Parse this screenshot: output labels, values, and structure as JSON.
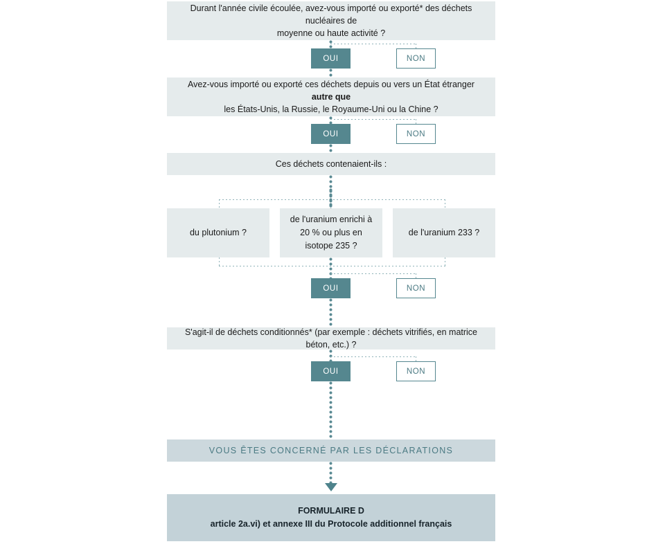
{
  "theme": {
    "box_fill": "#e5ebec",
    "banner_fill": "#ccd8dd",
    "form_fill": "#c3d2d8",
    "accent_teal": "#55878f",
    "connector": "#5a8a93"
  },
  "labels": {
    "yes": "OUI",
    "no": "NON"
  },
  "steps": [
    {
      "id": "q1",
      "line1": "Durant l'année civile écoulée, avez-vous importé ou exporté* des déchets nucléaires de",
      "line2": "moyenne ou haute activité ?"
    },
    {
      "id": "q2",
      "line1_a": "Avez-vous importé ou exporté ces déchets depuis ou vers un État étranger ",
      "line1_b": "autre que",
      "line2": "les États-Unis, la Russie, le Royaume-Uni ou la Chine ?"
    },
    {
      "id": "q3",
      "line1": "Ces déchets contenaient-ils :"
    },
    {
      "id": "q4",
      "line1": "S'agit-il de déchets conditionnés* (par exemple : déchets vitrifiés, en matrice béton, etc.) ?"
    }
  ],
  "options": [
    {
      "id": "opt-plutonium",
      "text": "du plutonium ?"
    },
    {
      "id": "opt-uranium-enrichi",
      "line1": "de l'uranium enrichi",
      "line2": "à 20 % ou plus en",
      "line3": "isotope 235 ?"
    },
    {
      "id": "opt-uranium-233",
      "text": "de l'uranium 233 ?"
    }
  ],
  "result": {
    "banner": "VOUS ÊTES CONCERNÉ PAR LES DÉCLARATIONS",
    "form_title": "FORMULAIRE D",
    "form_subtitle": "article 2a.vi) et annexe III du Protocole additionnel français"
  }
}
